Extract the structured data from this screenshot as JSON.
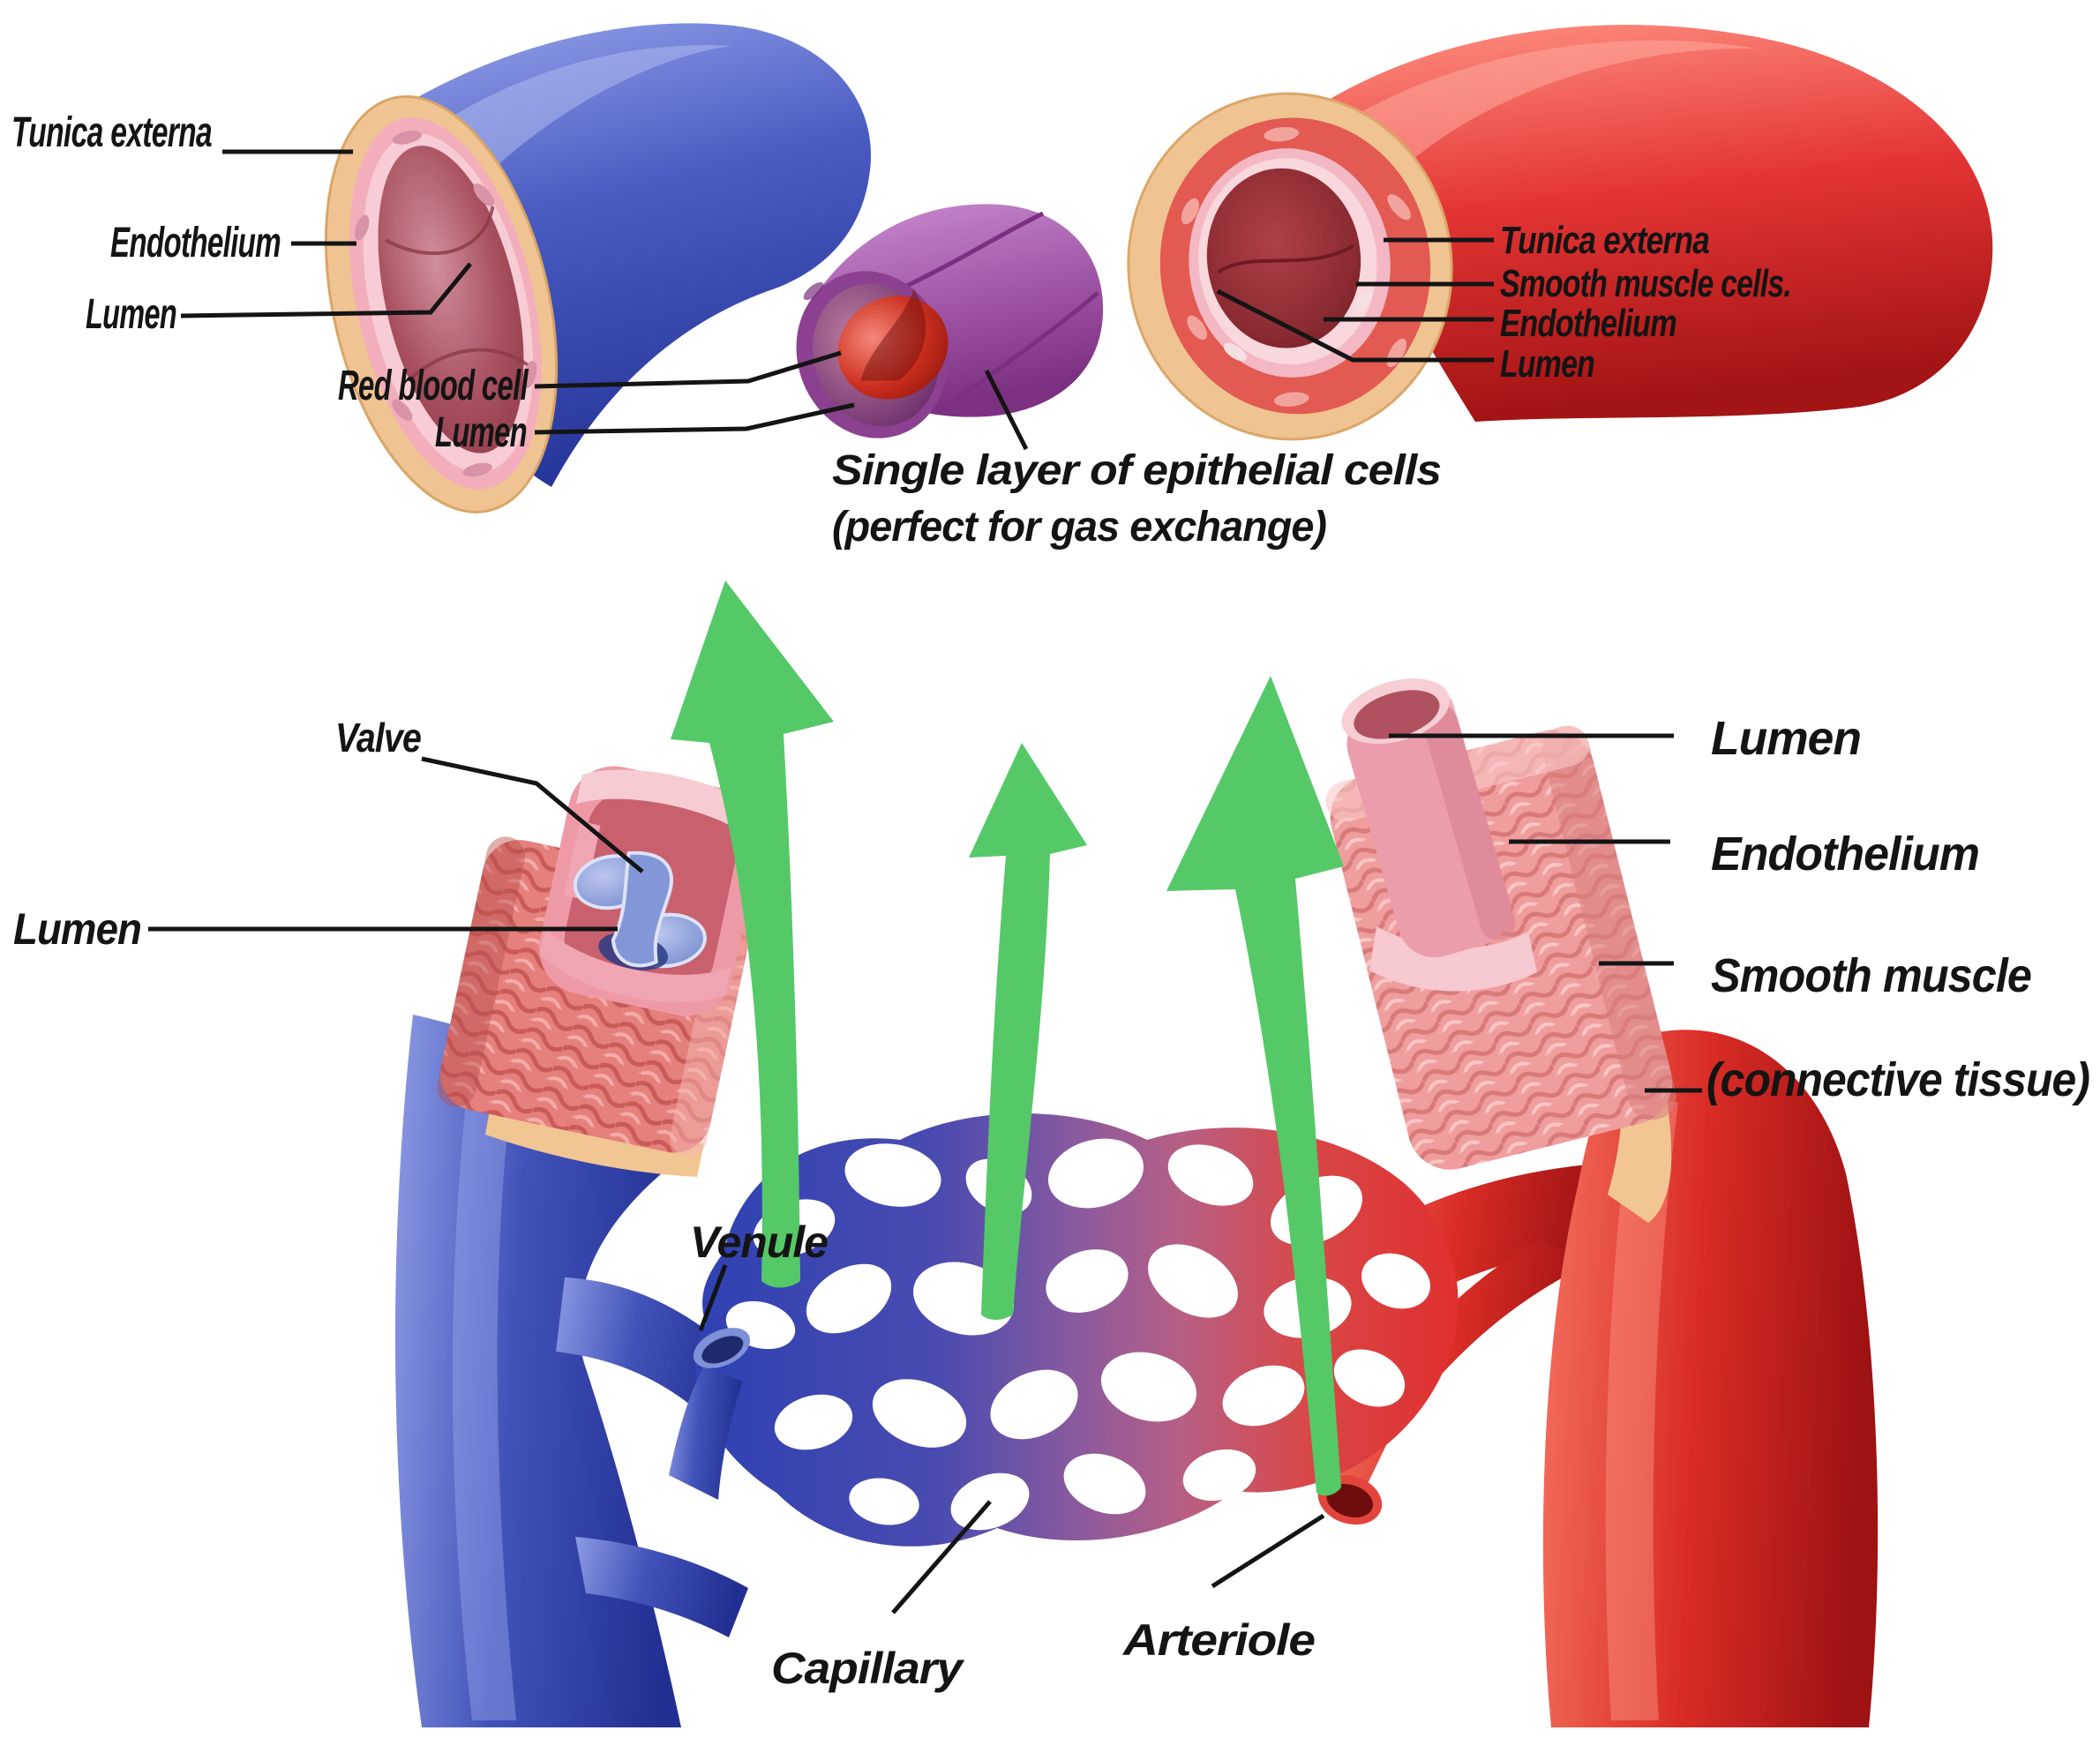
{
  "labels": {
    "vein_top": {
      "tunica_externa": "Tunica externa",
      "endothelium": "Endothelium",
      "lumen": "Lumen"
    },
    "capillary_top": {
      "red_blood_cell": "Red blood cell",
      "lumen": "Lumen",
      "caption_line1": "Single layer of epithelial cells",
      "caption_line2": "(perfect for gas exchange)"
    },
    "artery_top": {
      "tunica_externa": "Tunica externa",
      "smooth_muscle_cells": "Smooth muscle cells.",
      "endothelium": "Endothelium",
      "lumen": "Lumen"
    },
    "vein_bottom": {
      "valve": "Valve",
      "lumen": "Lumen",
      "venule": "Venule"
    },
    "capillary_bed": {
      "capillary": "Capillary",
      "arteriole": "Arteriole"
    },
    "artery_bottom": {
      "lumen": "Lumen",
      "endothelium": "Endothelium",
      "smooth_muscle": "Smooth muscle",
      "connective_tissue": "(connective tissue)"
    }
  },
  "colors": {
    "vein_blue": "#4152b8",
    "artery_red": "#e23434",
    "capillary_purple": "#a258a8",
    "arrow_green": "#55c968",
    "connective_tan": "#f1c693",
    "wall_pink": "#f2aebb",
    "label_ink": "#141414",
    "background": "#ffffff"
  }
}
